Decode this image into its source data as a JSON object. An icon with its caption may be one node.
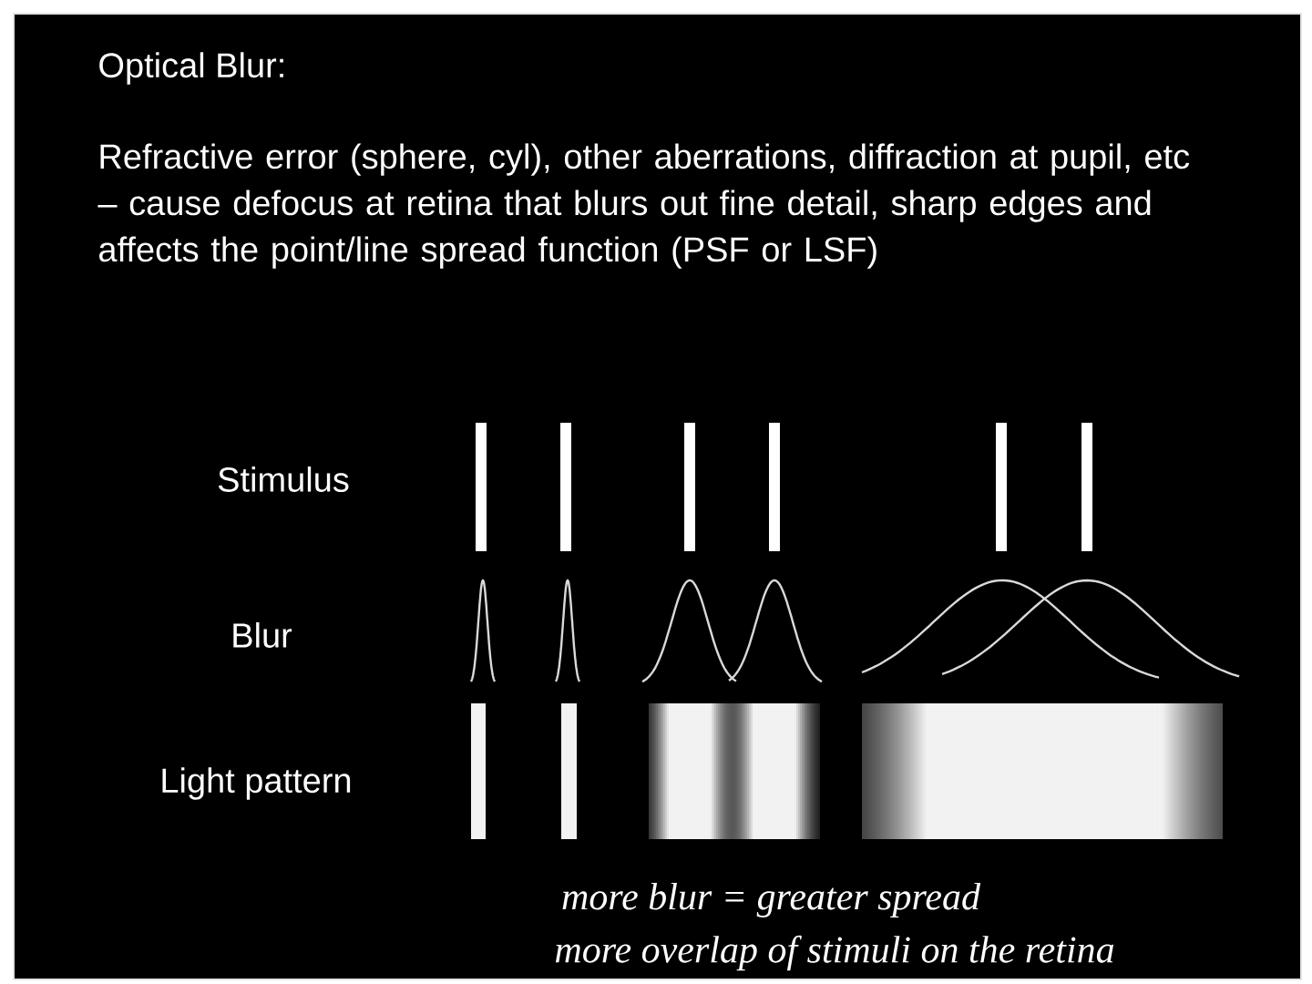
{
  "diagram": {
    "title": "Optical Blur:",
    "labels": [
      "Refractive error (sphere, cyl), other aberrations, diffraction at pupil, etc – cause defocus at retina that blurs out fine detail, sharp edges and affects the point/line spread function (PSF or LSF)",
      "Stimulus",
      "Blur",
      "Light pattern",
      "more blur = greater spread",
      "more overlap of stimuli on the retina"
    ]
  }
}
